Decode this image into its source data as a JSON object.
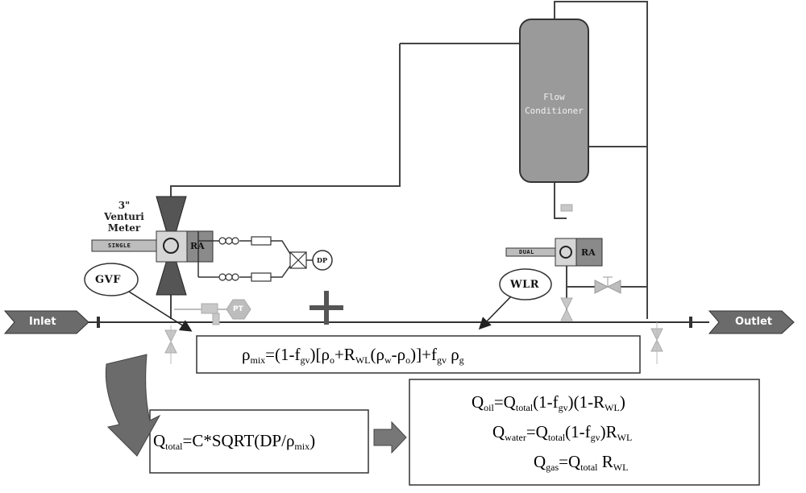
{
  "meter": {
    "size": "3\"",
    "name_line1": "Venturi",
    "name_line2": "Meter",
    "tag_single": "SINGLE",
    "tag_dual": "DUAL",
    "ra_left": "RA",
    "ra_right": "RA"
  },
  "instruments": {
    "dp": "DP",
    "pt": "PT"
  },
  "bubbles": {
    "gvf": "GVF",
    "wlr": "WLR"
  },
  "vessel": {
    "line1": "Flow",
    "line2": "Conditioner"
  },
  "pipe": {
    "inlet": "Inlet",
    "outlet": "Outlet"
  },
  "symbols": {
    "plus": "+"
  },
  "colors": {
    "vessel_fill": "#9a9a9a",
    "venturi_fill": "#555555",
    "arrow_fill": "#6b6b6b",
    "light_instrument": "#bdbdbd"
  },
  "equations": {
    "mix_density": "ρ_mix=(1-f_gv)[ρ_o+R_WL(ρ_w-ρ_o)]+f_gv ρ_g",
    "total_flow": "Q_total=C*SQRT(DP/ρ_mix)",
    "oil_flow": "Q_oil=Q_total(1-f_gv)(1-R_WL)",
    "water_flow": "Q_water=Q_total(1-f_gv)R_WL",
    "gas_flow": "Q_gas=Q_total R_WL"
  }
}
